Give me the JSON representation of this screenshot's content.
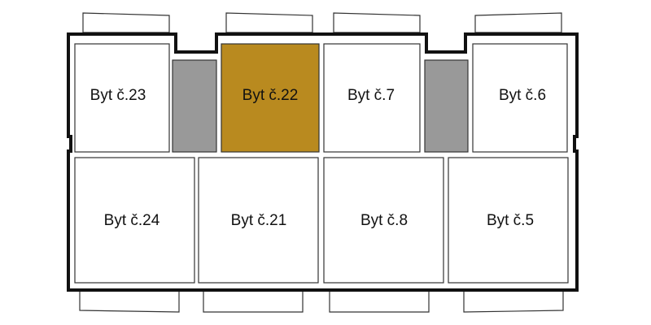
{
  "colors": {
    "outline": "#111111",
    "unit_fill": "#ffffff",
    "unit_stroke": "#333333",
    "highlight_fill": "#b98a1f",
    "core_fill": "#999999",
    "balcony_fill": "#ffffff"
  },
  "plan": {
    "highlighted_unit": "Byt č.22",
    "units": {
      "u23": "Byt č.23",
      "u22": "Byt č.22",
      "u7": "Byt č.7",
      "u6": "Byt č.6",
      "u24": "Byt č.24",
      "u21": "Byt č.21",
      "u8": "Byt č.8",
      "u5": "Byt č.5"
    }
  }
}
